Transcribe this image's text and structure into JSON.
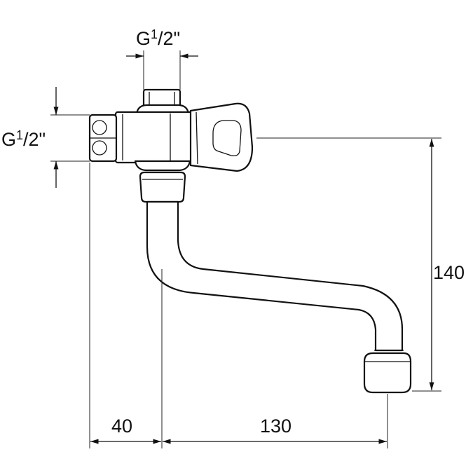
{
  "dimensions": {
    "top_thread": {
      "prefix": "G",
      "numerator": "1",
      "denominator": "/2\""
    },
    "side_thread": {
      "prefix": "G",
      "numerator": "1",
      "denominator": "/2\""
    },
    "height": "140",
    "wall_offset": "40",
    "spout_reach": "130"
  },
  "colors": {
    "line": "#111111",
    "background": "#ffffff"
  }
}
